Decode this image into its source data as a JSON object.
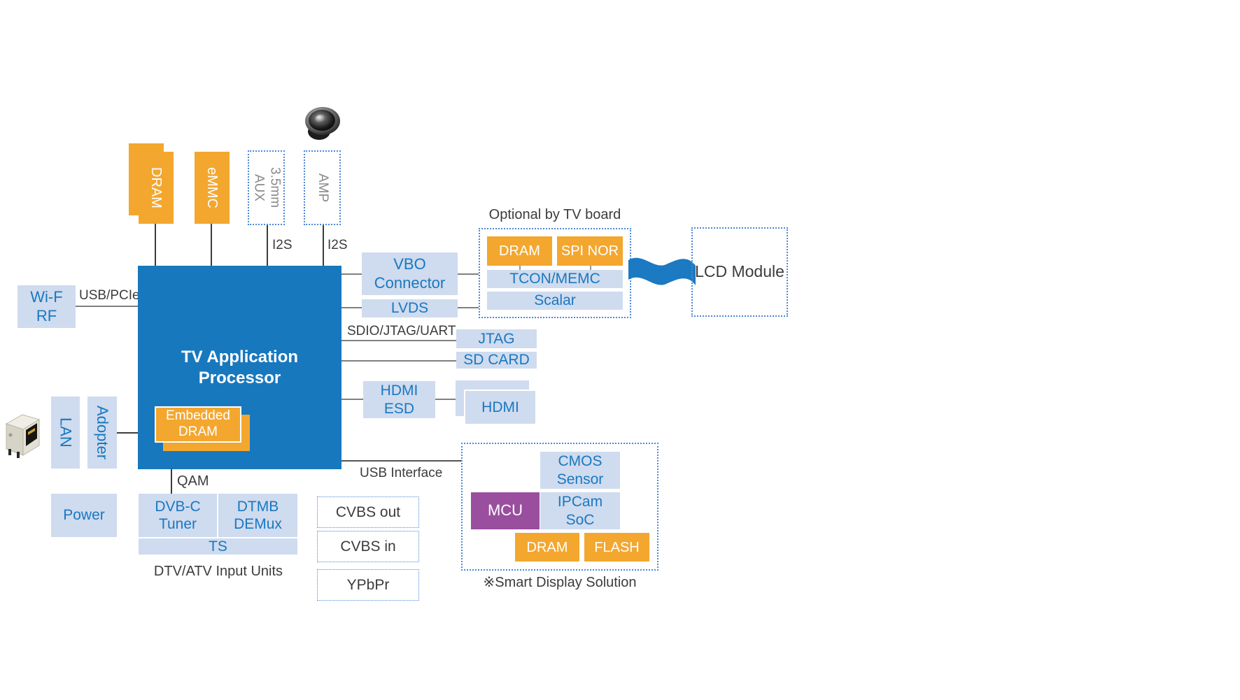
{
  "top": {
    "dram": "DRAM",
    "emmc": "eMMC",
    "aux": "3.5mm\nAUX",
    "amp": "AMP",
    "i2s_a": "I2S",
    "i2s_b": "I2S"
  },
  "left": {
    "wifi": "Wi-F\nRF",
    "usb_pcie": "USB/PCIe",
    "lan": "LAN",
    "adopter": "Adopter",
    "power": "Power"
  },
  "processor": {
    "title": "TV Application\nProcessor",
    "embedded_dram": "Embedded\nDRAM"
  },
  "right": {
    "vbo": "VBO\nConnector",
    "lvds": "LVDS",
    "sdio_jtag_uart": "SDIO/JTAG/UART",
    "jtag": "JTAG",
    "sd_card": "SD CARD",
    "hdmi_esd": "HDMI\nESD",
    "hdmi": "HDMI",
    "usb_interface": "USB Interface"
  },
  "optional_group": {
    "caption": "Optional by TV board",
    "dram": "DRAM",
    "spi_nor": "SPI NOR",
    "tcon_memc": "TCON/MEMC",
    "scalar": "Scalar"
  },
  "lcd_module": {
    "label": "LCD Module"
  },
  "tuner": {
    "qam": "QAM",
    "dvb_c": "DVB-C\nTuner",
    "dtmb": "DTMB\nDEMux",
    "ts": "TS",
    "caption": "DTV/ATV Input Units"
  },
  "av": {
    "cvbs_out": "CVBS out",
    "cvbs_in": "CVBS in",
    "ypbpr": "YPbPr"
  },
  "smart_display": {
    "cmos": "CMOS\nSensor",
    "mcu": "MCU",
    "ipcam": "IPCam\nSoC",
    "dram": "DRAM",
    "flash": "FLASH",
    "caption": "※Smart Display Solution"
  },
  "icons": {
    "speaker": "speaker-icon",
    "ethernet": "rj45-ethernet-jack-icon",
    "ribbon": "flex-cable-wave"
  },
  "colors": {
    "processor_blue": "#1878BE",
    "accent_orange": "#F3A72F",
    "light_blue": "#CFDBEE",
    "purple": "#9A4E9E",
    "blue_text": "#1878C2",
    "dotted_border": "#4B87D9"
  }
}
